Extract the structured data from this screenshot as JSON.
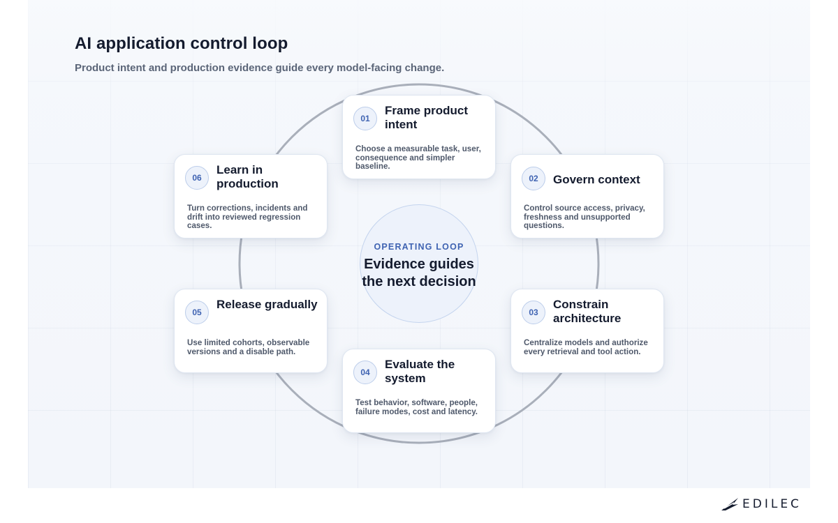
{
  "title": "AI application control loop",
  "subtitle": "Product intent and production evidence guide every model-facing change.",
  "center": {
    "eyebrow": "OPERATING LOOP",
    "headline": "Evidence guides the next decision"
  },
  "steps": [
    {
      "number": "01",
      "title": "Frame product intent",
      "body": "Choose a measurable task, user, consequence and simpler baseline."
    },
    {
      "number": "02",
      "title": "Govern context",
      "body": "Control source access, privacy, freshness and unsupported questions."
    },
    {
      "number": "03",
      "title": "Constrain architecture",
      "body": "Centralize models and authorize every retrieval and tool action."
    },
    {
      "number": "04",
      "title": "Evaluate the system",
      "body": "Test behavior, software, people, failure modes, cost and latency."
    },
    {
      "number": "05",
      "title": "Release gradually",
      "body": "Use limited cohorts, observable versions and a disable path."
    },
    {
      "number": "06",
      "title": "Learn in production",
      "body": "Turn corrections, incidents and drift into reviewed regression cases."
    }
  ],
  "brand": {
    "name": "EDILEC",
    "logo_icon": "edilec-wing-logo"
  },
  "colors": {
    "accent": "#3f63b2",
    "title": "#141b2e",
    "subtitle": "#5b6578",
    "ring": "#a9afba"
  }
}
